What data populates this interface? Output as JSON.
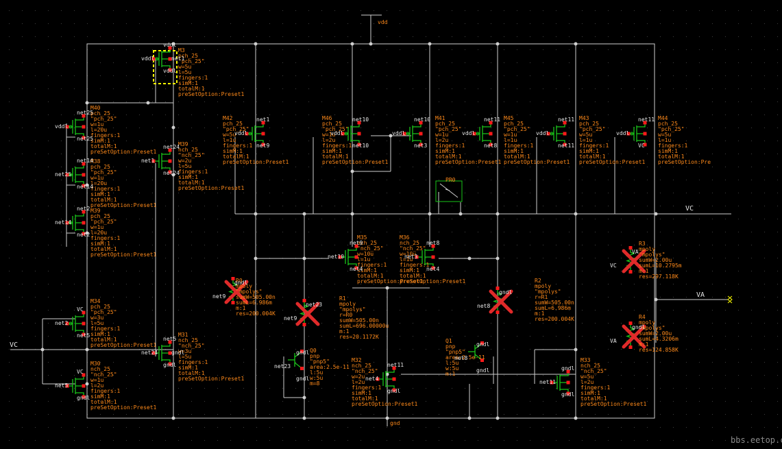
{
  "nets": {
    "vdd": "vdd",
    "gnd": "gnd",
    "vc": "VC",
    "va": "VA",
    "vc_right": "VC",
    "vc_left": "VC"
  },
  "watermark": "bbs.eetop.cn",
  "devices": [
    {
      "id": "pmos_m3",
      "lines": [
        "M3",
        "pch_25",
        "\"pch_25\"",
        "w=5u",
        "l=5u",
        "fingers:1",
        "simM:1",
        "totalM:1",
        "preSetOption:Preset1"
      ],
      "pins": [
        "vddl",
        "vddl",
        "vddl",
        "net1"
      ]
    },
    {
      "id": "pmos_m40",
      "lines": [
        "M40",
        "pch_25",
        "\"pch_25\"",
        "w=1u",
        "l=20u",
        "fingers:1",
        "simM:1",
        "totalM:1",
        "preSetOption:Preset1"
      ],
      "pins": [
        "vddl",
        "net25",
        "net25"
      ]
    },
    {
      "id": "pmos_m38",
      "lines": [
        "M38",
        "pch_25",
        "\"pch_25\"",
        "w=1u",
        "l=20u",
        "fingers:1",
        "simM:1",
        "totalM:1",
        "preSetOption:Preset1"
      ],
      "pins": [
        "net25",
        "net14",
        "net14"
      ]
    },
    {
      "id": "pmos_m39a",
      "lines": [
        "M39",
        "pch_25",
        "\"pch_25\"",
        "w=1u",
        "l=20u",
        "fingers:1",
        "simM:1",
        "totalM:1",
        "preSetOption:Preset1"
      ],
      "pins": [
        "net14",
        "net2",
        "net2"
      ]
    },
    {
      "id": "nmos_m39",
      "lines": [
        "M39",
        "nch_25",
        "\"nch_25\"",
        "w=2u",
        "l=5u",
        "fingers:1",
        "simM:1",
        "totalM:1",
        "preSetOption:Preset1"
      ],
      "pins": [
        "net1",
        "net24",
        "net24"
      ]
    },
    {
      "id": "nmos_m34",
      "lines": [
        "M34",
        "pch_25",
        "\"pch_25\"",
        "w=3u",
        "l=5u",
        "fingers:1",
        "simM:1",
        "totalM:1",
        "preSetOption:Preset1"
      ],
      "pins": [
        "net2",
        "VC",
        "net5"
      ]
    },
    {
      "id": "nmos_m31",
      "lines": [
        "M31",
        "nch_25",
        "\"nch_25\"",
        "w=3u",
        "l=5u",
        "fingers:1",
        "simM:1",
        "totalM:1",
        "preSetOption:Preset1"
      ],
      "pins": [
        "net24",
        "net5",
        "gndl",
        "gndl"
      ]
    },
    {
      "id": "nmos_m30",
      "lines": [
        "M30",
        "nch_25",
        "\"nch_25\"",
        "w=1u",
        "l=2u",
        "fingers:1",
        "simM:1",
        "totalM:1",
        "preSetOption:Preset1"
      ],
      "pins": [
        "net5",
        "VC",
        "gndl"
      ]
    },
    {
      "id": "pmos_m42",
      "lines": [
        "M42",
        "pch_25",
        "\"pch_25\"",
        "w=5u",
        "l=1u",
        "fingers:1",
        "simM:1",
        "totalM:1",
        "preSetOption:Preset1"
      ],
      "pins": [
        "vddl",
        "net1",
        "net9"
      ]
    },
    {
      "id": "pmos_m46",
      "lines": [
        "M46",
        "pch_25",
        "\"pch_25\"",
        "w=1u",
        "l=2u",
        "fingers:1",
        "simM:1",
        "totalM:1",
        "preSetOption:Preset1"
      ],
      "pins": [
        "vddl",
        "net10",
        "net10"
      ]
    },
    {
      "id": "pmos_m41",
      "lines": [
        "M41",
        "pch_25",
        "\"pch_25\"",
        "w=1u",
        "l=2u",
        "fingers:1",
        "simM:1",
        "totalM:1",
        "preSetOption:Preset1"
      ],
      "pins": [
        "vddl",
        "net10",
        "net3"
      ]
    },
    {
      "id": "pmos_m45",
      "lines": [
        "M45",
        "pch_25",
        "\"pch_25\"",
        "w=1u",
        "l=1u",
        "fingers:1",
        "simM:1",
        "totalM:1",
        "preSetOption:Preset1"
      ],
      "pins": [
        "vddl",
        "net11",
        "net8"
      ]
    },
    {
      "id": "pmos_m43",
      "lines": [
        "M43",
        "pch_25",
        "\"pch_25\"",
        "w=5u",
        "l=1u",
        "fingers:1",
        "simM:1",
        "totalM:1",
        "preSetOption:Preset1"
      ],
      "pins": [
        "vddl",
        "net11",
        "net11"
      ]
    },
    {
      "id": "pmos_m44",
      "lines": [
        "M44",
        "pch_25",
        "\"pch_25\"",
        "w=5u",
        "l=1u",
        "fingers:1",
        "simM:1",
        "totalM:1",
        "preSetOption:Pre"
      ],
      "pins": [
        "vddl",
        "net11",
        "VC"
      ]
    },
    {
      "id": "nmos_m35",
      "lines": [
        "M35",
        "nch_25",
        "\"nch_25\"",
        "w=10u",
        "l=1u",
        "fingers:1",
        "simM:1",
        "totalM:1",
        "preSetOption:Preset1"
      ],
      "pins": [
        "net10",
        "net9",
        "net4"
      ]
    },
    {
      "id": "nmos_m36",
      "lines": [
        "M36",
        "nch_25",
        "\"nch_25\"",
        "w=10u",
        "l=1u",
        "fingers:1",
        "simM:1",
        "totalM:1",
        "preSetOption:Preset1"
      ],
      "pins": [
        "net3",
        "net8",
        "net4"
      ]
    },
    {
      "id": "nmos_m32",
      "lines": [
        "M32",
        "nch_25",
        "\"nch_25\"",
        "w=2u",
        "l=2u",
        "fingers:1",
        "simM:1",
        "totalM:1",
        "preSetOption:Preset1"
      ],
      "pins": [
        "net4",
        "net11",
        "gndl"
      ]
    },
    {
      "id": "nmos_m33",
      "lines": [
        "M33",
        "nch_25",
        "\"nch_25\"",
        "w=5u",
        "l=2u",
        "fingers:1",
        "simM:1",
        "totalM:1",
        "preSetOption:Preset1"
      ],
      "pins": [
        "net11",
        "gndl",
        "gndl"
      ]
    },
    {
      "id": "res_r0",
      "lines": [
        "R0",
        "mpoly",
        "\"mpolys\"",
        "sumW=505.00n",
        "sumL=6.986m",
        "m:1",
        "res=200.004K"
      ],
      "pins": [
        "net9",
        "gndl"
      ]
    },
    {
      "id": "res_r1",
      "lines": [
        "R1",
        "mpoly",
        "\"mpolys\"",
        "r=R0",
        "sumW=505.00n",
        "sumL=696.00000u",
        "m:1",
        "res=20.1172K"
      ],
      "pins": [
        "net9",
        "net23"
      ]
    },
    {
      "id": "res_r2",
      "lines": [
        "R2",
        "mpoly",
        "\"mpolys\"",
        "r=R1",
        "sumW=505.00n",
        "sumL=6.986m",
        "m:1",
        "res=200.004K"
      ],
      "pins": [
        "net8",
        "gndl"
      ]
    },
    {
      "id": "res_r3",
      "lines": [
        "R3",
        "mpoly",
        "\"mpolys\"",
        "sumW=2.00u",
        "sumL=10.2795m",
        "m:1",
        "res=297.118K"
      ],
      "pins": [
        "VC",
        "VA"
      ]
    },
    {
      "id": "res_r4",
      "lines": [
        "R4",
        "mpoly",
        "\"mpolys\"",
        "sumW=2.00u",
        "sumL=4.3206m",
        "m:1",
        "res=124.858K"
      ],
      "pins": [
        "VA",
        "gndl"
      ]
    },
    {
      "id": "bjt_q0",
      "lines": [
        "Q0",
        "pnp",
        "\"pnp5\"",
        "area:2.5e-11",
        "l:5u",
        "w:5u",
        "m=8"
      ],
      "pins": [
        "net23",
        "gndl",
        "gndl"
      ]
    },
    {
      "id": "bjt_q1",
      "lines": [
        "Q1",
        "pnp",
        "\"pnp5\"",
        "area:2.5e-11",
        "l:5u",
        "w:5u",
        "m:1"
      ],
      "pins": [
        "net8",
        "gndl",
        "gndl"
      ]
    },
    {
      "id": "probe_pr0",
      "lines": [
        "PR0"
      ],
      "pins": []
    }
  ]
}
